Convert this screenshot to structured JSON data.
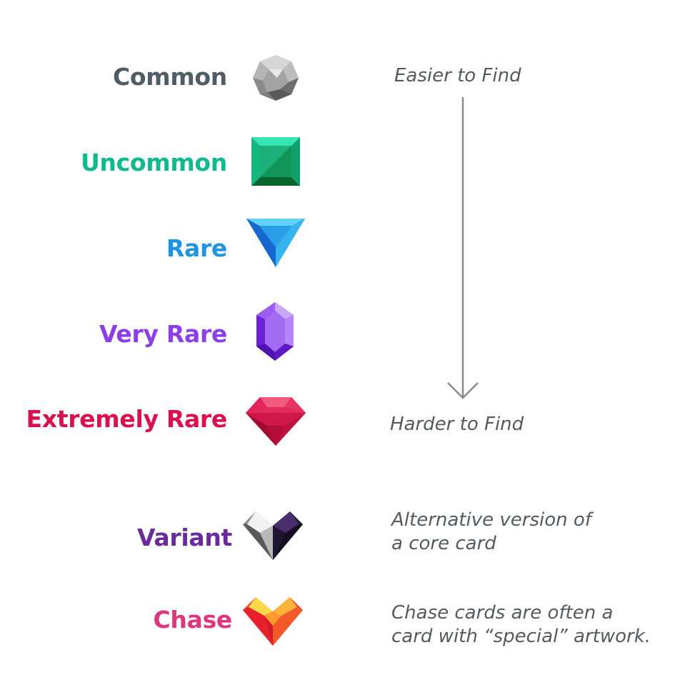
{
  "rarities": [
    {
      "label": "Common",
      "color": "#4f5d66",
      "icon": "gray-round-gem-icon"
    },
    {
      "label": "Uncommon",
      "color": "#0dbb8c",
      "icon": "green-square-gem-icon"
    },
    {
      "label": "Rare",
      "color": "#1e94e3",
      "icon": "blue-triangle-gem-icon"
    },
    {
      "label": "Very Rare",
      "color": "#8c3ee8",
      "icon": "purple-crystal-gem-icon"
    },
    {
      "label": "Extremely Rare",
      "color": "#d9124e",
      "icon": "red-diamond-gem-icon"
    },
    {
      "label": "Variant",
      "color": "#6a2c9a",
      "icon": "black-white-heart-gem-icon"
    },
    {
      "label": "Chase",
      "color": "#e2357f",
      "icon": "orange-red-heart-gem-icon"
    }
  ],
  "scale": {
    "top_label": "Easier to Find",
    "bottom_label": "Harder to Find"
  },
  "notes": {
    "variant": [
      "Alternative version of",
      "a core card"
    ],
    "chase": [
      "Chase cards are often a",
      "card with “special” artwork."
    ]
  }
}
